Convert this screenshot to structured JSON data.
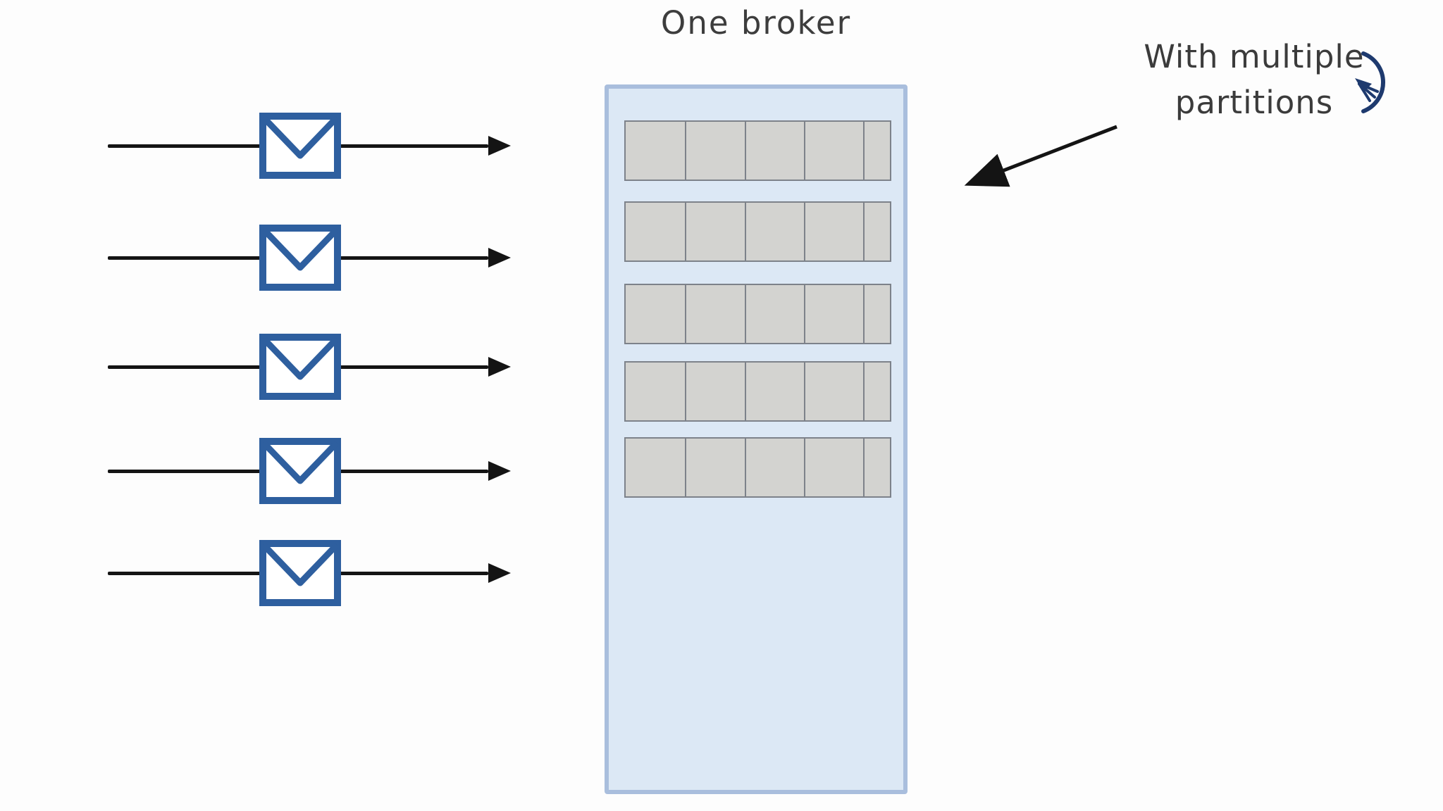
{
  "broker": {
    "title": "One broker",
    "partition_count": 5,
    "cells_per_partition": 5,
    "box_fill": "#dce8f5",
    "box_border": "#a9bedd",
    "cell_fill": "#d3d3d0",
    "cell_border": "#7d828a"
  },
  "messages": {
    "count": 5,
    "envelope_color": "#2e5f9f",
    "envelope_fill": "#ffffff",
    "arrow_color": "#141414"
  },
  "annotation": {
    "line1": "With multiple",
    "line2": "partitions",
    "text_color": "#3b3b3b",
    "arrow_color": "#141414"
  },
  "cursor": {
    "color": "#1e3a6e"
  }
}
